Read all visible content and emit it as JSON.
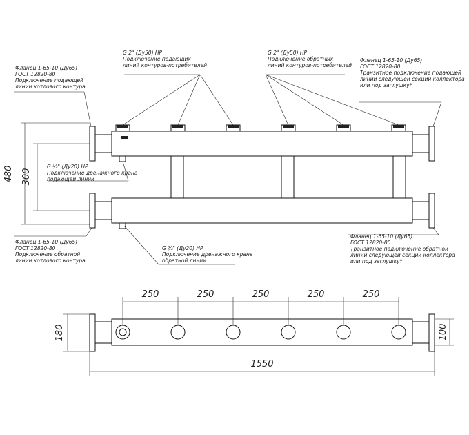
{
  "notes": {
    "top_left": [
      "Фланец 1-65-10 (Ду65)",
      "ГОСТ 12820-80",
      "Подключение подающей",
      "линии котлового контура"
    ],
    "top_center_left": [
      "G 2\" (Ду50) НР",
      "Подключение подающих",
      "линий контуров-потребителей"
    ],
    "top_center_right": [
      "G 2\" (Ду50) НР",
      "Подключение обратных",
      "линий контуров-потребителей"
    ],
    "top_right": [
      "Фланец 1-65-10 (Ду65)",
      "ГОСТ 12820-80",
      "Транзитное подключение подающей",
      "линии следующей секции коллектора",
      "или под заглушку*"
    ],
    "mid_left": [
      "G ¾\" (Ду20) НР",
      "Подключение дренажного крана",
      "подающей линии"
    ],
    "bottom_left": [
      "Фланец 1-65-10 (Ду65)",
      "ГОСТ 12820-80",
      "Подключение обратной",
      "линии котлового контура"
    ],
    "bottom_center": [
      "G ¾\" (Ду20) НР",
      "Подключение дренажного крана",
      "обратной линии"
    ],
    "bottom_right": [
      "Фланец 1-65-10 (Ду65)",
      "ГОСТ 12820-80",
      "Транзитное подключение обратной",
      "линии следующей секции коллектора",
      "или под заглушку*"
    ]
  },
  "dimensions": {
    "height_total": "480",
    "height_axis": "300",
    "spacing": [
      "250",
      "250",
      "250",
      "250",
      "250"
    ],
    "length_total": "1550",
    "flange_height": "180",
    "body_height": "100"
  }
}
